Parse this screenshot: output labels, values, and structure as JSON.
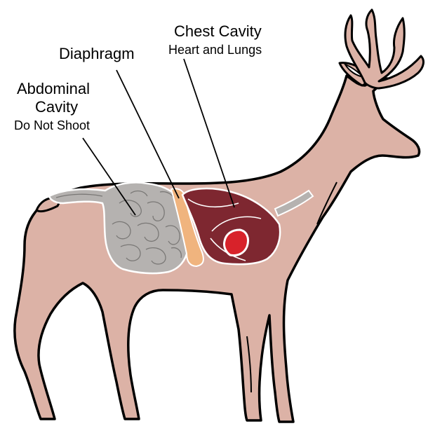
{
  "labels": {
    "chest_title": "Chest Cavity",
    "chest_sub": "Heart and Lungs",
    "diaphragm": "Diaphragm",
    "abdominal_line1": "Abdominal",
    "abdominal_line2": "Cavity",
    "abdominal_sub": "Do Not Shoot"
  },
  "colors": {
    "body": "#dcb2a6",
    "outline": "#000000",
    "intestines": "#b5b2b0",
    "diaphragm": "#f0b47e",
    "lungs": "#7e2730",
    "heart": "#d8222a",
    "background": "#ffffff"
  }
}
